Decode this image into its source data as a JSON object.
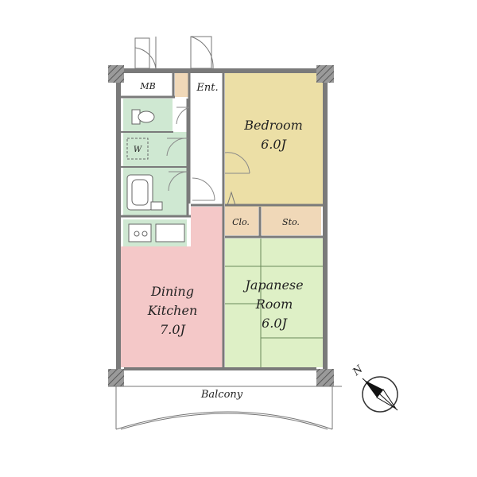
{
  "rooms": {
    "mb": {
      "label": "MB"
    },
    "entrance": {
      "label": "Ent."
    },
    "bedroom": {
      "name": "Bedroom",
      "size": "6.0J"
    },
    "closet": {
      "label": "Clo."
    },
    "storage": {
      "label": "Sto."
    },
    "japanese_room": {
      "line1": "Japanese",
      "line2": "Room",
      "size": "6.0J"
    },
    "dining_kitchen": {
      "line1": "Dining",
      "line2": "Kitchen",
      "size": "7.0J"
    },
    "washer": {
      "label": "W"
    },
    "balcony": {
      "label": "Balcony"
    }
  },
  "compass": {
    "label": "N"
  },
  "colors": {
    "wet_area": "#cfe8d2",
    "bedroom": "#ecdfa6",
    "closet": "#f0d8b8",
    "japanese_room": "#def0c6",
    "dining_kitchen": "#f4c8c8",
    "wall": "#7a7a7a"
  }
}
